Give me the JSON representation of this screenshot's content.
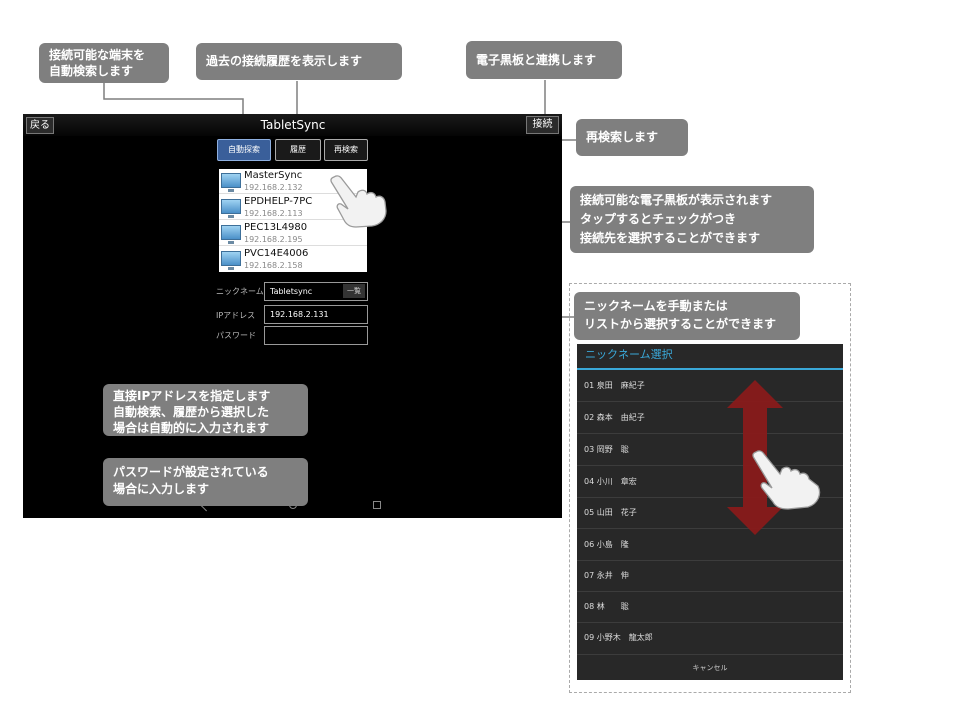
{
  "app": {
    "title": "TabletSync",
    "back_label": "戻る",
    "connect_label": "接続"
  },
  "toolbar": {
    "auto_search_label": "自動探索",
    "history_label": "履歴",
    "research_label": "再検索"
  },
  "devices": [
    {
      "name": "MasterSync",
      "ip": "192.168.2.132"
    },
    {
      "name": "EPDHELP-7PC",
      "ip": "192.168.2.113"
    },
    {
      "name": "PEC13L4980",
      "ip": "192.168.2.195"
    },
    {
      "name": "PVC14E4006",
      "ip": "192.168.2.158"
    }
  ],
  "form": {
    "nickname_label": "ニックネーム",
    "nickname_value": "Tabletsync",
    "list_button_label": "一覧",
    "ip_label": "IPアドレス",
    "ip_value": "192.168.2.131",
    "password_label": "パスワード",
    "password_value": ""
  },
  "callouts": {
    "auto_search": "接続可能な端末を\n自動検索します",
    "history": "過去の接続履歴を表示します",
    "link": "電子黒板と連携します",
    "research": "再検索します",
    "device_list": "接続可能な電子黒板が表示されます\nタップするとチェックがつき\n接続先を選択することができます",
    "nickname": "ニックネームを手動または\nリストから選択することができます",
    "ip": "直接IPアドレスを指定します\n自動検索、履歴から選択した\n場合は自動的に入力されます",
    "password": "パスワードが設定されている\n場合に入力します"
  },
  "nickname_dialog": {
    "title": "ニックネーム選択",
    "items": [
      "01 泉田　麻紀子",
      "02 森本　由紀子",
      "03 岡野　聡",
      "04 小川　章宏",
      "05 山田　花子",
      "06 小島　隆",
      "07 永井　伸",
      "08 林　　聡",
      "09 小野木　龍太郎"
    ],
    "cancel_label": "キャンセル"
  },
  "colors": {
    "callout_bg": "#7f7f7f",
    "accent": "#3aa8d8",
    "active_button": "#3a5f9a",
    "scroll_arrow": "#8b1a1a"
  },
  "icons": {
    "hand_pointer": "hand-pointer-icon",
    "monitor": "monitor-icon",
    "scroll_arrow": "double-arrow-icon"
  }
}
